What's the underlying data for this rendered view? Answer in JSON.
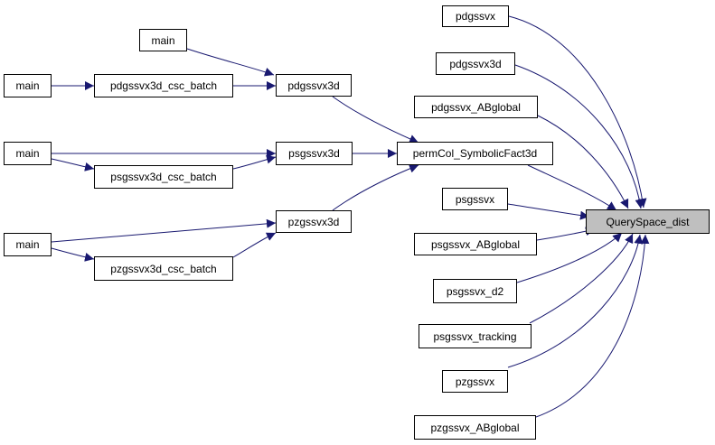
{
  "colors": {
    "edge": "#191970",
    "root_fill": "#bfbfbf",
    "node_fill": "#ffffff",
    "border": "#000000"
  },
  "nodes": {
    "root": "QuerySpace_dist",
    "pdgssvx": "pdgssvx",
    "pdgssvx3d_right": "pdgssvx3d",
    "pdgssvx_ABglobal": "pdgssvx_ABglobal",
    "permCol_SymbolicFact3d": "permCol_SymbolicFact3d",
    "psgssvx": "psgssvx",
    "psgssvx_ABglobal": "psgssvx_ABglobal",
    "psgssvx_d2": "psgssvx_d2",
    "psgssvx_tracking": "psgssvx_tracking",
    "pzgssvx": "pzgssvx",
    "pzgssvx_ABglobal": "pzgssvx_ABglobal",
    "pdgssvx3d": "pdgssvx3d",
    "psgssvx3d": "psgssvx3d",
    "pzgssvx3d": "pzgssvx3d",
    "pdgssvx3d_csc_batch": "pdgssvx3d_csc_batch",
    "psgssvx3d_csc_batch": "psgssvx3d_csc_batch",
    "pzgssvx3d_csc_batch": "pzgssvx3d_csc_batch",
    "main_top": "main",
    "main_pd": "main",
    "main_ps": "main",
    "main_pz": "main"
  }
}
